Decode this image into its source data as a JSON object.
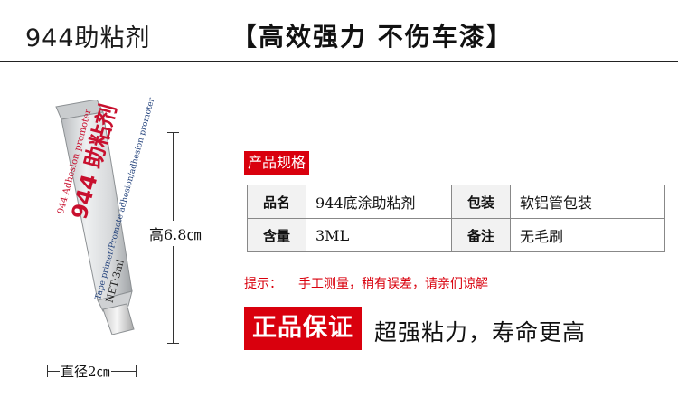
{
  "header": {
    "title": "944助粘剂",
    "slogan": "【高效强力  不伤车漆】"
  },
  "product": {
    "label_sub_top": "944 Adhesion promoter",
    "label_main": "944 助粘剂",
    "label_line1": "Tape primer/Promote adhesion/adhesion promoter",
    "label_net": "NET:3ml",
    "colors": {
      "brand_red": "#c8102e",
      "text_blue": "#1f3f7a"
    }
  },
  "dimensions": {
    "height_label": "高6.8㎝",
    "width_label": "直径2㎝"
  },
  "spec": {
    "tag": "产品规格",
    "rows": [
      {
        "k1": "品名",
        "v1": "944底涂助粘剂",
        "k2": "包装",
        "v2": "软铝管包装"
      },
      {
        "k1": "含量",
        "v1": "3ML",
        "k2": "备注",
        "v2": "无毛刷"
      }
    ]
  },
  "note": {
    "label": "提示：",
    "text": "手工测量，稍有误差，请亲们谅解"
  },
  "guarantee": {
    "badge": "正品保证",
    "text": "超强粘力，寿命更高"
  },
  "colors": {
    "accent_red": "#d9000d"
  }
}
